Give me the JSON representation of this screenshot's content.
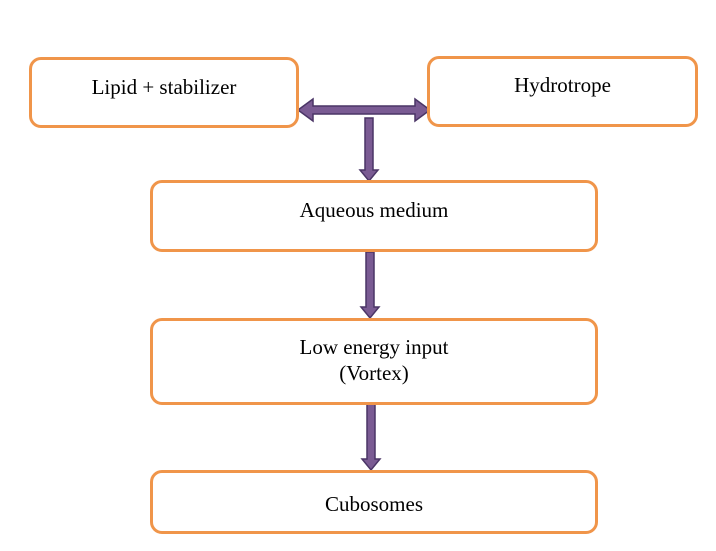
{
  "diagram": {
    "nodes": {
      "lipid": {
        "label": "Lipid + stabilizer"
      },
      "hydrotrope": {
        "label": "Hydrotrope"
      },
      "aqueous": {
        "label": "Aqueous medium"
      },
      "energy": {
        "line1": "Low energy input",
        "line2": "(Vortex)"
      },
      "cubosomes": {
        "label": "Cubosomes"
      }
    },
    "edges": [
      {
        "from": "lipid",
        "to": "hydrotrope",
        "style": "double-headed"
      },
      {
        "from": "lipid-hydrotrope",
        "to": "aqueous"
      },
      {
        "from": "aqueous",
        "to": "energy"
      },
      {
        "from": "energy",
        "to": "cubosomes"
      }
    ],
    "colors": {
      "box_border": "#f0954a",
      "arrow_fill": "#7a5b93",
      "arrow_stroke": "#4a3566"
    }
  }
}
